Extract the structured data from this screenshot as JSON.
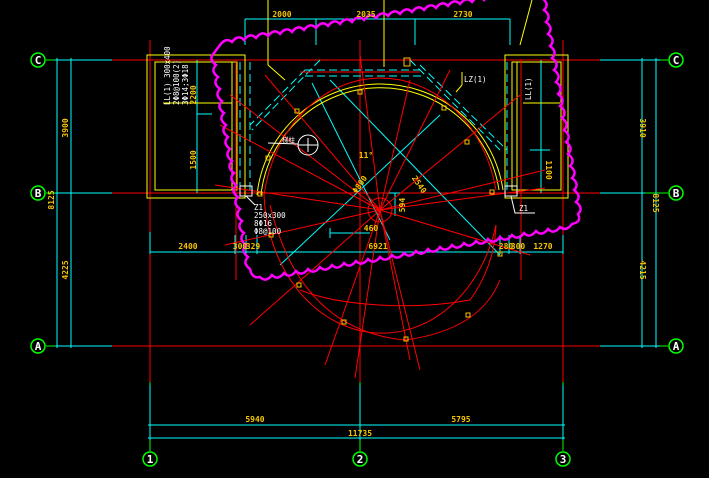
{
  "axes": {
    "rows": [
      "C",
      "B",
      "A"
    ],
    "columns": [
      "1",
      "2",
      "3"
    ]
  },
  "dimensions": {
    "top": [
      "2000",
      "2035",
      "2730"
    ],
    "left": {
      "upper": "3900",
      "total": "8125",
      "lower": "4225"
    },
    "right": {
      "upper": "3910",
      "total": "8125",
      "lower": "4215"
    },
    "middle": [
      "2400",
      "300",
      "329",
      "6921",
      "280",
      "300",
      "1270"
    ],
    "bottom": {
      "span1": "5940",
      "span2": "5795",
      "total": "11735"
    },
    "left_panel": [
      "2200",
      "1500"
    ],
    "right_panel": "1100",
    "center": {
      "angle": "11°",
      "radius_a": "Φ800",
      "radius_b": "2540",
      "vertical": "594",
      "horizontal": "460"
    }
  },
  "annotations": {
    "beam_left": [
      "LL(1) 300x400",
      "2Φ8@100(2)",
      "3Φ14;3Φ18"
    ],
    "beam_right": "LL(1)",
    "beam_lz": "LZ(1)",
    "column_left": [
      "Z1",
      "250x300",
      "8Φ16",
      "Φ8@100"
    ],
    "column_right": "Z1",
    "section_mark": "梯柱"
  },
  "colors": {
    "background": "#000000",
    "axis": "#ff0000",
    "dimension": "#00ffff",
    "text": "#f5c400",
    "outline": "#ffff00",
    "cloud": "#ff00ff",
    "bubble": "#00ff00"
  }
}
